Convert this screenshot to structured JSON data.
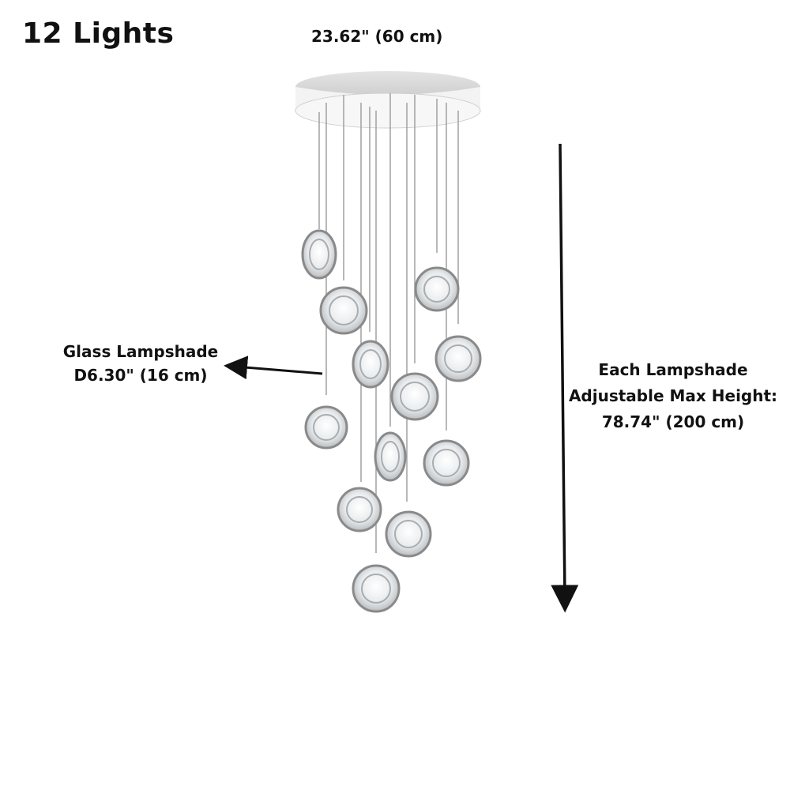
{
  "title": "12  Lights",
  "width_dimension": "23.62\" (60 cm)",
  "shade_label": {
    "line1": "Glass Lampshade",
    "line2": "D6.30\" (16 cm)"
  },
  "height_label": {
    "line1": "Each Lampshade",
    "line2": "Adjustable Max Height:",
    "line3": "78.74\" (200 cm)"
  },
  "colors": {
    "text": "#111111",
    "canopy": "#d9d9d9",
    "glass_rim": "#8a8a8a",
    "glass_fill": "#eef0f1"
  },
  "product": {
    "light_count": 12,
    "icon": "pendant-chandelier-icon"
  }
}
